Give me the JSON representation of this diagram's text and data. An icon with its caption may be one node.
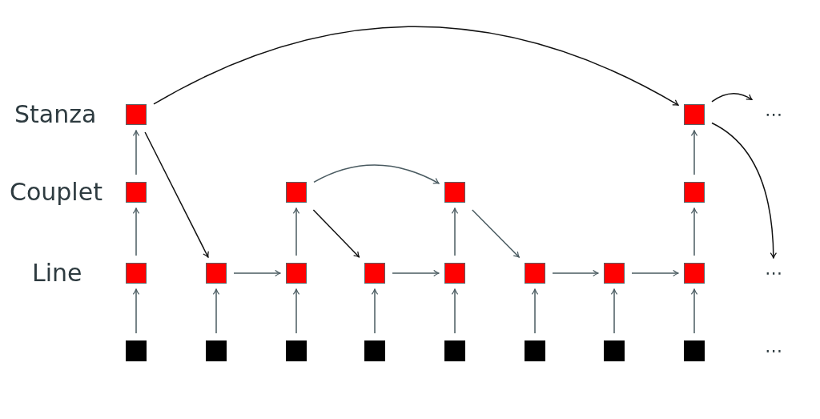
{
  "diagram": {
    "nodes": [
      {
        "text": [],
        "shape": "box"
      },
      {
        "text": [],
        "shape": "box"
      },
      {
        "text": [
          "⋯"
        ]
      },
      {
        "text": [],
        "shape": "box"
      },
      {
        "text": [],
        "shape": "box"
      },
      {
        "text": [],
        "shape": "box"
      },
      {
        "text": [],
        "shape": "box"
      },
      {
        "text": [],
        "shape": "box"
      },
      {
        "text": [],
        "shape": "box"
      },
      {
        "text": [],
        "shape": "box"
      },
      {
        "text": [],
        "shape": "box"
      },
      {
        "text": [],
        "shape": "box"
      },
      {
        "text": [],
        "shape": "box"
      },
      {
        "text": [],
        "shape": "box"
      },
      {
        "text": [],
        "shape": "box"
      },
      {
        "text": [
          "⋯"
        ]
      },
      {
        "text": [],
        "shape": "box"
      },
      {
        "text": [],
        "shape": "box"
      },
      {
        "text": [],
        "shape": "box"
      },
      {
        "text": [],
        "shape": "box"
      },
      {
        "text": [],
        "shape": "box"
      },
      {
        "text": [],
        "shape": "box"
      },
      {
        "text": [],
        "shape": "box"
      },
      {
        "text": [],
        "shape": "box"
      }
    ],
    "edges": [
      {
        "from": 0,
        "to": 1,
        "arrow": "to",
        "color": "#111111"
      },
      {
        "from": 1,
        "to": 2,
        "arrow": "to",
        "color": "#111111"
      },
      {
        "from": 1,
        "to": 15,
        "arrow": "to",
        "color": "#111111"
      },
      {
        "from": 3,
        "to": 0,
        "arrow": "to"
      },
      {
        "from": 6,
        "to": 1,
        "arrow": "to"
      },
      {
        "from": 0,
        "to": 8,
        "arrow": "to",
        "color": "#111111"
      },
      {
        "from": 4,
        "to": 5,
        "arrow": "to"
      },
      {
        "from": 4,
        "to": 10,
        "arrow": "to",
        "color": "#111111"
      },
      {
        "from": 5,
        "to": 12,
        "arrow": "to"
      },
      {
        "from": 7,
        "to": 3,
        "arrow": "to"
      },
      {
        "from": 9,
        "to": 4,
        "arrow": "to"
      },
      {
        "from": 11,
        "to": 5,
        "arrow": "to"
      },
      {
        "from": 14,
        "to": 6,
        "arrow": "to"
      },
      {
        "from": 8,
        "to": 9,
        "arrow": "to"
      },
      {
        "from": 10,
        "to": 11,
        "arrow": "to"
      },
      {
        "from": 12,
        "to": 13,
        "arrow": "to"
      },
      {
        "from": 13,
        "to": 14,
        "arrow": "to"
      },
      {
        "from": 16,
        "to": 7,
        "arrow": "to"
      },
      {
        "from": 17,
        "to": 8,
        "arrow": "to"
      },
      {
        "from": 18,
        "to": 9,
        "arrow": "to"
      },
      {
        "from": 19,
        "to": 10,
        "arrow": "to"
      },
      {
        "from": 20,
        "to": 11,
        "arrow": "to"
      },
      {
        "from": 21,
        "to": 12,
        "arrow": "to"
      },
      {
        "from": 22,
        "to": 13,
        "arrow": "to"
      },
      {
        "from": 23,
        "to": 14,
        "arrow": "to"
      }
    ],
    "labels": [
      "Stanza",
      "Couplet",
      "Line",
      "⋯"
    ]
  }
}
